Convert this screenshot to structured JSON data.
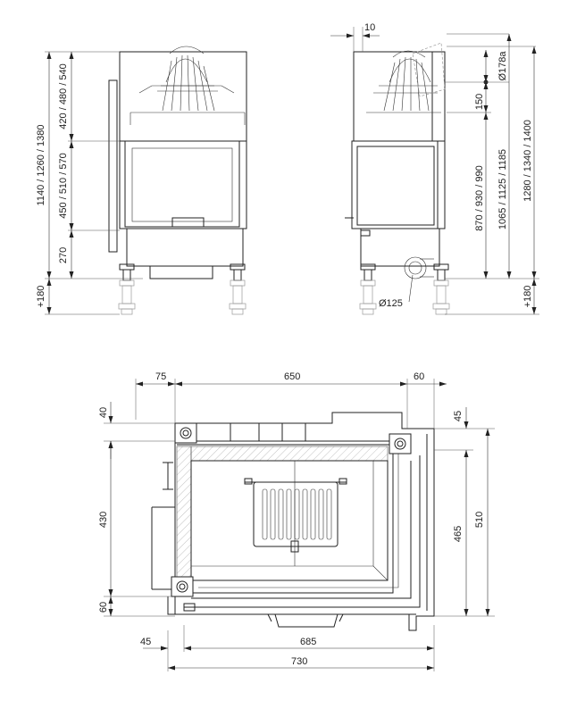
{
  "front_view": {
    "height_total": "1140 / 1260 / 1380",
    "height_top": "420 / 480 / 540",
    "height_mid": "450 / 510 / 570",
    "height_base": "270",
    "leg_extra": "+180"
  },
  "side_view": {
    "top_offset": "10",
    "flue_diameter": "Ø178a",
    "flue_drop": "150",
    "h1": "870 / 930 / 990",
    "h2": "1065 / 1125 / 1185",
    "h3": "1280 / 1340 / 1400",
    "leg_extra": "+180",
    "air_inlet": "Ø125"
  },
  "plan_view": {
    "left_offset": "75",
    "width_inner": "650",
    "right_offset": "60",
    "top_left": "40",
    "top_right": "45",
    "depth_left": "430",
    "depth_right_inner": "465",
    "depth_right_outer": "510",
    "bottom_left": "60",
    "bottom_offset": "45",
    "width_outer": "685",
    "width_total": "730"
  }
}
